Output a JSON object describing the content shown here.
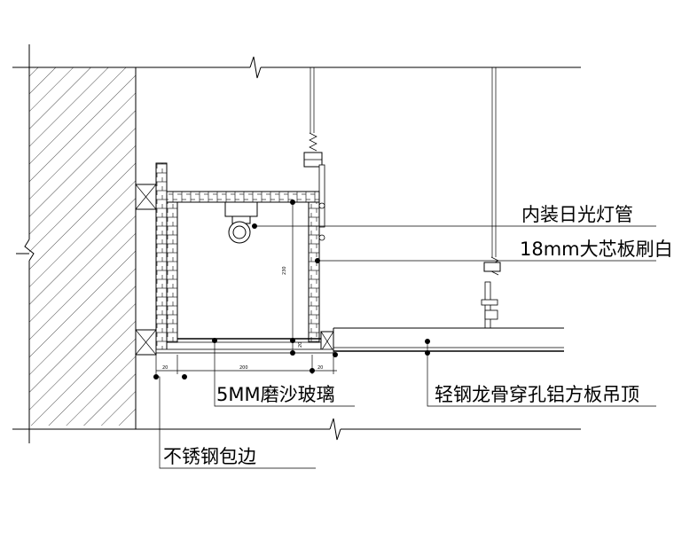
{
  "labels": {
    "light_tube": "内装日光灯管",
    "board": "18mm大芯板刷白",
    "ceiling": "轻钢龙骨穿孔铝方板吊顶",
    "glass": "5MM磨沙玻璃",
    "edge": "不锈钢包边"
  },
  "dimensions": {
    "height": "230",
    "inner": "20",
    "left": "20",
    "width": "200",
    "right": "20"
  }
}
